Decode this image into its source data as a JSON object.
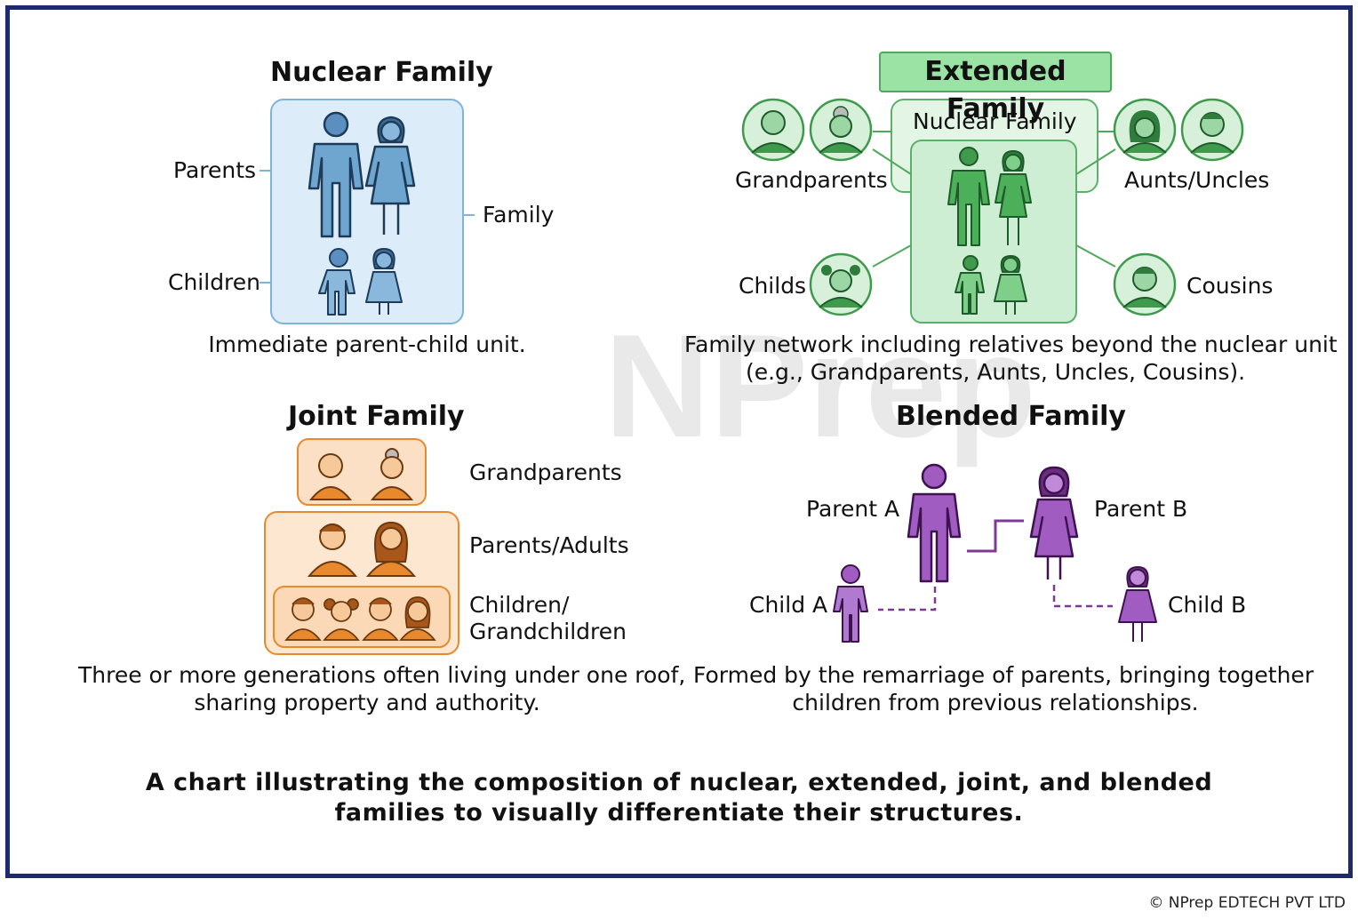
{
  "watermark": "NPrep",
  "nuclear": {
    "title": "Nuclear Family",
    "label_parents": "Parents",
    "label_children": "Children",
    "label_family": "Family",
    "description": "Immediate parent-child unit."
  },
  "extended": {
    "title": "Extended Family",
    "inner_title": "Nuclear Family",
    "label_grandparents": "Grandparents",
    "label_aunts_uncles": "Aunts/Uncles",
    "label_childs": "Childs",
    "label_cousins": "Cousins",
    "description_line1": "Family network including relatives beyond the nuclear unit",
    "description_line2": "(e.g., Grandparents, Aunts, Uncles, Cousins)."
  },
  "joint": {
    "title": "Joint Family",
    "label_grandparents": "Grandparents",
    "label_parents_adults": "Parents/Adults",
    "label_children_line1": "Children/",
    "label_children_line2": "Grandchildren",
    "description_line1": "Three or more generations often living under one roof,",
    "description_line2": "sharing property and authority."
  },
  "blended": {
    "title": "Blended Family",
    "label_parent_a": "Parent A",
    "label_parent_b": "Parent B",
    "label_child_a": "Child A",
    "label_child_b": "Child B",
    "description_line1": "Formed by the remarriage of parents, bringing together",
    "description_line2": "children from previous relationships."
  },
  "caption_line1": "A chart illustrating the composition of nuclear, extended, joint, and blended",
  "caption_line2": "families to visually differentiate their structures.",
  "copyright": "© NPrep EDTECH PVT LTD",
  "colors": {
    "frame": "#1d2a6e",
    "nuclear_blue": "#6fa6cf",
    "extended_green": "#3f9a4d",
    "joint_orange": "#e9892e",
    "blended_purple": "#7b3a93"
  }
}
